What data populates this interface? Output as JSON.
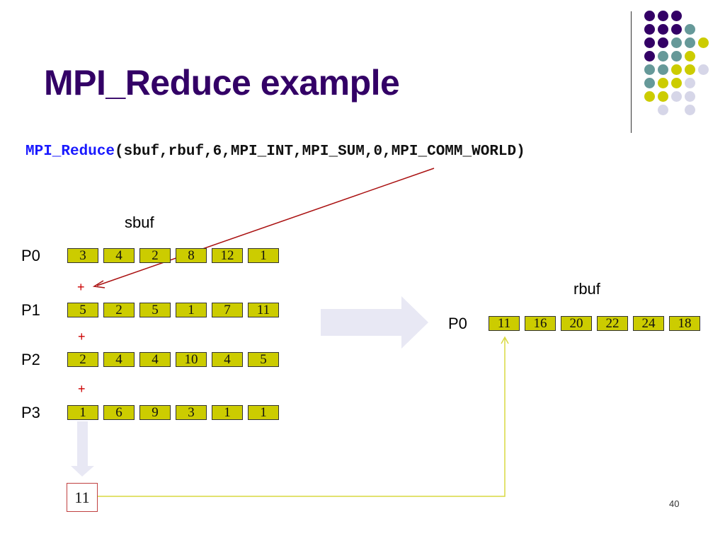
{
  "slide": {
    "title": "MPI_Reduce example",
    "page_number": "40",
    "code": {
      "function_name": "MPI_Reduce",
      "arguments": "(sbuf,rbuf,6,MPI_INT,MPI_SUM,0,MPI_COMM_WORLD)"
    },
    "sbuf_label": "sbuf",
    "rbuf_label": "rbuf",
    "plus_sign": "+",
    "send_buffers": [
      {
        "process": "P0",
        "values": [
          "3",
          "4",
          "2",
          "8",
          "12",
          "1"
        ]
      },
      {
        "process": "P1",
        "values": [
          "5",
          "2",
          "5",
          "1",
          "7",
          "11"
        ]
      },
      {
        "process": "P2",
        "values": [
          "2",
          "4",
          "4",
          "10",
          "4",
          "5"
        ]
      },
      {
        "process": "P3",
        "values": [
          "1",
          "6",
          "9",
          "3",
          "1",
          "1"
        ]
      }
    ],
    "receive_buffer": {
      "process": "P0",
      "values": [
        "11",
        "16",
        "20",
        "22",
        "24",
        "18"
      ]
    },
    "first_element_sum": "11",
    "colors": {
      "title": "#330066",
      "function_name": "#1a1aff",
      "cell_fill": "#cccc00",
      "arrow_red": "#aa1111",
      "arrow_yellow": "#d8d840",
      "big_arrow": "#e8e8f4"
    },
    "decor_dot_colors": [
      "#330066",
      "#669999",
      "#cccc00",
      "#d6d6e8"
    ]
  }
}
